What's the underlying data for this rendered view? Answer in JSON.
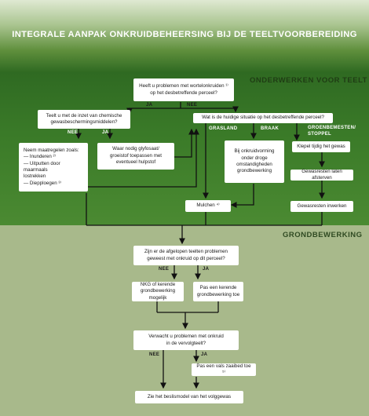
{
  "title": "INTEGRALE AANPAK ONKRUIDBEHEERSING BIJ DE TEELTVOORBEREIDING",
  "sections": {
    "onderwerken": "ONDERWERKEN VOOR TEELT",
    "grondbewerking": "GRONDBEWERKING"
  },
  "boxes": {
    "q_wortelonkruiden": "Heeft u problemen met wortelonkruiden ¹⁾\nop het desbetreffende perceel?",
    "q_chemisch": "Teelt u met de inzet van chemische\ngewasbeschermingsmiddelen?",
    "q_huidige_situatie": "Wat is de huidige situatie op het desbetreffende perceel?",
    "maatregelen": "Neem maatregelen zoals:\n— Inunderen ²⁾\n— Uitputten door maarmaals\n   lostrekken\n— Diepploegen ³⁾",
    "glyfosaat": "Waar nodig glyfosaat/\ngroeistof toepassen met\neventueel hulpstof",
    "braak_onkruid": "Bij onkruidvorming\nonder droge\nomstandigheden\ngrondbewerking",
    "klepel": "Klepel tijdig het gewas",
    "gewasresten_afsterven": "Gewasresten laten afsterven",
    "mulchen": "Mulchen ⁴⁾",
    "gewasresten_inwerken": "Gewasresten inwerken",
    "q_afgelopen_teelten": "Zijn er de afgelopen teelten problemen\ngeweest met onkruid op dit perceel?",
    "nkg": "NKG of kerende\ngrondbewerking mogelijk",
    "kerende": "Pas een kerende\ngrondbewerking toe",
    "q_vervolgteelt": "Verwacht u problemen met onkruid\nin de vervolgteelt?",
    "vals_zaaibed": "Pas een vals zaaibed toe ⁵⁾",
    "beslismodel": "Zie het beslismodel van het volggewas"
  },
  "labels": {
    "ja_1": "JA",
    "nee_1": "NEE",
    "nee_2": "NEE",
    "ja_2": "JA",
    "grasland": "GRASLAND",
    "braak": "BRAAK",
    "groenbemesten": "GROENBEMESTEN/\nSTOPPEL",
    "nee_3": "NEE",
    "ja_3": "JA",
    "nee_4": "NEE",
    "ja_4": "JA"
  }
}
